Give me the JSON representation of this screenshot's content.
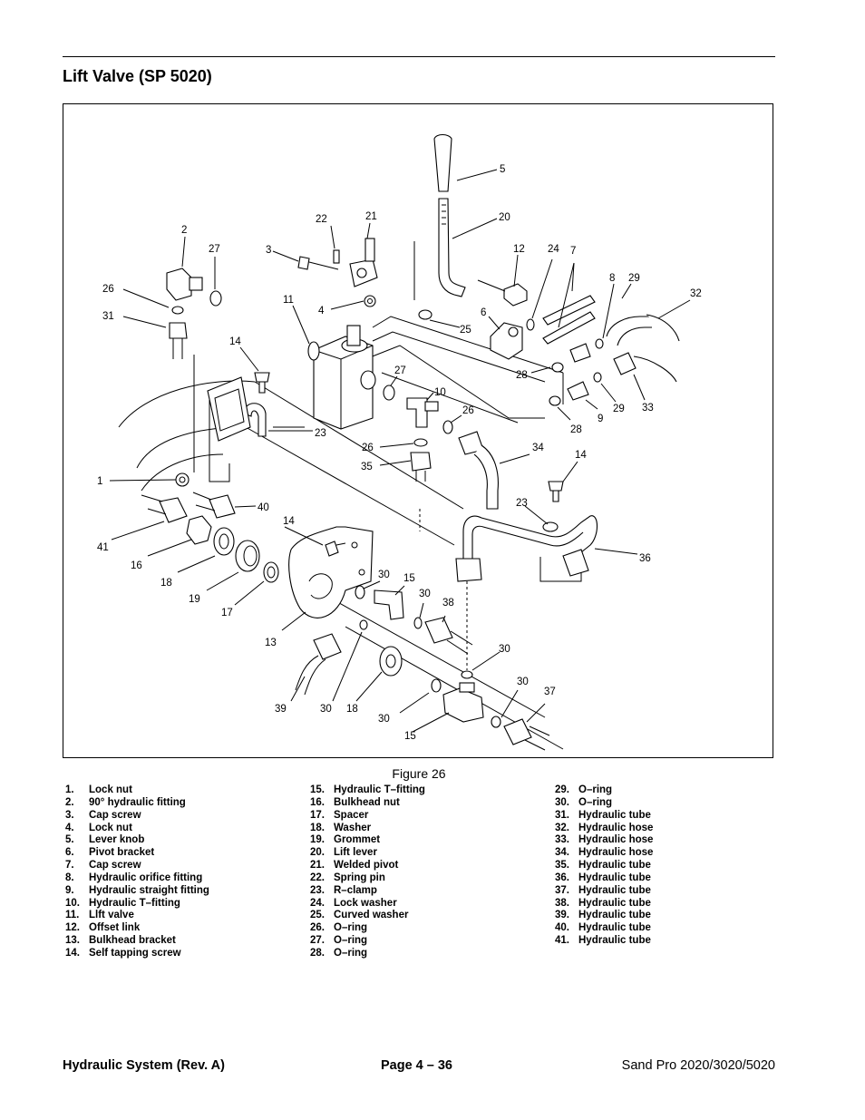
{
  "section_title": "Lift Valve (SP 5020)",
  "figure_caption": "Figure 26",
  "callouts": {
    "c1": "1",
    "c2": "2",
    "c3": "3",
    "c4": "4",
    "c5": "5",
    "c6": "6",
    "c7": "7",
    "c8": "8",
    "c9": "9",
    "c10": "10",
    "c11": "11",
    "c12": "12",
    "c13": "13",
    "c14": "14",
    "c15": "15",
    "c16": "16",
    "c17": "17",
    "c18": "18",
    "c19": "19",
    "c20": "20",
    "c21": "21",
    "c22": "22",
    "c23": "23",
    "c24": "24",
    "c25": "25",
    "c26": "26",
    "c27": "27",
    "c28": "28",
    "c29": "29",
    "c30": "30",
    "c31": "31",
    "c32": "32",
    "c33": "33",
    "c34": "34",
    "c35": "35",
    "c36": "36",
    "c37": "37",
    "c38": "38",
    "c39": "39",
    "c40": "40",
    "c41": "41"
  },
  "parts": {
    "col1": [
      {
        "num": "1.",
        "name": "Lock nut"
      },
      {
        "num": "2.",
        "name": "90° hydraulic fitting"
      },
      {
        "num": "3.",
        "name": "Cap screw"
      },
      {
        "num": "4.",
        "name": "Lock nut"
      },
      {
        "num": "5.",
        "name": "Lever knob"
      },
      {
        "num": "6.",
        "name": "Pivot bracket"
      },
      {
        "num": "7.",
        "name": "Cap screw"
      },
      {
        "num": "8.",
        "name": "Hydraulic orifice fitting"
      },
      {
        "num": "9.",
        "name": "Hydraulic straight fitting"
      },
      {
        "num": "10.",
        "name": "Hydraulic T–fitting"
      },
      {
        "num": "11.",
        "name": "Llft valve"
      },
      {
        "num": "12.",
        "name": "Offset link"
      },
      {
        "num": "13.",
        "name": "Bulkhead bracket"
      },
      {
        "num": "14.",
        "name": "Self tapping screw"
      }
    ],
    "col2": [
      {
        "num": "15.",
        "name": "Hydraulic T–fitting"
      },
      {
        "num": "16.",
        "name": "Bulkhead nut"
      },
      {
        "num": "17.",
        "name": "Spacer"
      },
      {
        "num": "18.",
        "name": "Washer"
      },
      {
        "num": "19.",
        "name": "Grommet"
      },
      {
        "num": "20.",
        "name": "Lift lever"
      },
      {
        "num": "21.",
        "name": "Welded pivot"
      },
      {
        "num": "22.",
        "name": "Spring pin"
      },
      {
        "num": "23.",
        "name": "R–clamp"
      },
      {
        "num": "24.",
        "name": "Lock washer"
      },
      {
        "num": "25.",
        "name": "Curved washer"
      },
      {
        "num": "26.",
        "name": "O–ring"
      },
      {
        "num": "27.",
        "name": "O–ring"
      },
      {
        "num": "28.",
        "name": "O–ring"
      }
    ],
    "col3": [
      {
        "num": "29.",
        "name": "O–ring"
      },
      {
        "num": "30.",
        "name": "O–ring"
      },
      {
        "num": "31.",
        "name": "Hydraulic tube"
      },
      {
        "num": "32.",
        "name": "Hydraulic hose"
      },
      {
        "num": "33.",
        "name": "Hydraulic hose"
      },
      {
        "num": "34.",
        "name": "Hydraulic hose"
      },
      {
        "num": "35.",
        "name": "Hydraulic tube"
      },
      {
        "num": "36.",
        "name": "Hydraulic tube"
      },
      {
        "num": "37.",
        "name": "Hydraulic tube"
      },
      {
        "num": "38.",
        "name": "Hydraulic tube"
      },
      {
        "num": "39.",
        "name": "Hydraulic tube"
      },
      {
        "num": "40.",
        "name": "Hydraulic tube"
      },
      {
        "num": "41.",
        "name": "Hydraulic tube"
      }
    ]
  },
  "footer": {
    "left": "Hydraulic System (Rev. A)",
    "center": "Page 4 – 36",
    "right": "Sand Pro 2020/3020/5020"
  }
}
